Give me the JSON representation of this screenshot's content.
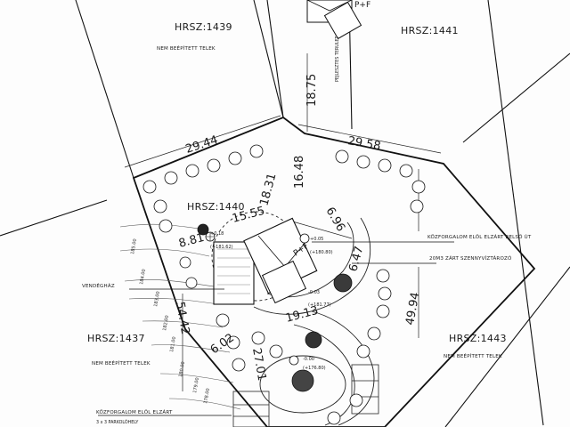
{
  "parcels": {
    "p1439": {
      "name": "HRSZ:1439",
      "note": "NEM BEÉPÍTETT TELEK"
    },
    "p1441": {
      "name": "HRSZ:1441"
    },
    "p1440": {
      "name": "HRSZ:1440"
    },
    "p1437": {
      "name": "HRSZ:1437",
      "note": "NEM BEÉPÍTETT TELEK"
    },
    "p1443": {
      "name": "HRSZ:1443",
      "note": "NEM BEÉPÍTETT TELEK"
    }
  },
  "dimensions": {
    "d1875": "18.75",
    "d2944": "29.44",
    "d2958": "29.58",
    "d1648": "16.48",
    "d1831": "18.31",
    "d1555": "15.55",
    "d881": "8.81",
    "d696": "6.96",
    "d647": "6.47",
    "d4994": "49.94",
    "d5442": "54.42",
    "d1913": "19.13",
    "d602": "6.02",
    "d2701": "27.01"
  },
  "annotations": {
    "parking_zone": "PEJLESZTES TERULET",
    "inner_road": "KÖZFORGALOM ELŐL ELZÁRT BELSŐ ÚT",
    "septic_tank": "20M3 ZÁRT SZENNYVÍZTÁROZÓ",
    "guesthouse": "VENDÉGHÁZ",
    "restricted": "KÖZFORGALOM ELŐL ELZÁRT",
    "restricted_sub": "3 x 3 PARKOLÓHELY",
    "house_top": "P+F",
    "house_main": "P+F"
  },
  "levels": {
    "l1": "+0.18",
    "l2": "(+181.62)",
    "l3": "+0.05",
    "l4": "(+180.80)",
    "l5": "-0.03",
    "l6": "(+181.77)",
    "l7": "-0.00",
    "l8": "(+176.80)"
  },
  "contours": [
    "185.00",
    "184.00",
    "183.00",
    "182.00",
    "181.00",
    "180.00",
    "179.00",
    "178.00"
  ]
}
